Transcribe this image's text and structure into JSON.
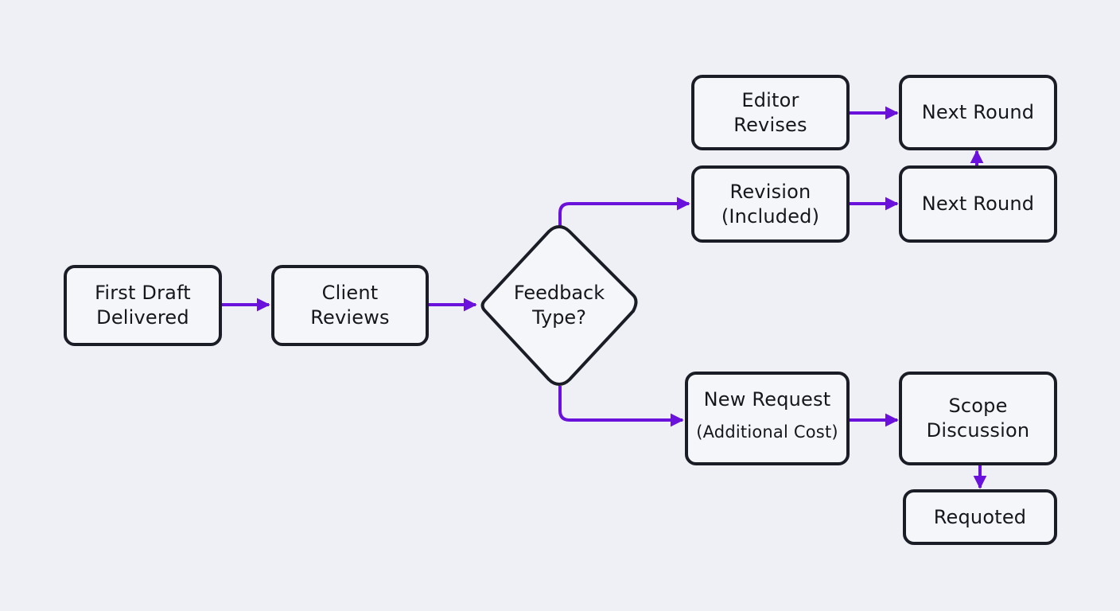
{
  "colors": {
    "background": "#eff0f5",
    "node_border": "#1b1d26",
    "node_fill": "#f5f6fa",
    "connector": "#6a12dc",
    "text": "#16171d"
  },
  "nodes": {
    "first_draft": {
      "line1": "First Draft",
      "line2": "Delivered"
    },
    "client_reviews": {
      "line1": "Client",
      "line2": "Reviews"
    },
    "feedback_type": {
      "line1": "Feedback",
      "line2": "Type?"
    },
    "editor_revises": {
      "line1": "Editor",
      "line2": "Revises"
    },
    "next_round_top": {
      "line1": "Next Round"
    },
    "revision_included": {
      "line1": "Revision",
      "line2": "(Included)"
    },
    "next_round_mid": {
      "line1": "Next Round"
    },
    "new_request": {
      "line1": "New Request",
      "line2": "(Additional Cost)"
    },
    "scope_discussion": {
      "line1": "Scope",
      "line2": "Discussion"
    },
    "requoted": {
      "line1": "Requoted"
    }
  },
  "edges": [
    {
      "from": "first_draft",
      "to": "client_reviews"
    },
    {
      "from": "client_reviews",
      "to": "feedback_type"
    },
    {
      "from": "feedback_type",
      "to": "revision_included"
    },
    {
      "from": "feedback_type",
      "to": "new_request"
    },
    {
      "from": "editor_revises",
      "to": "next_round_top"
    },
    {
      "from": "revision_included",
      "to": "next_round_mid"
    },
    {
      "from": "next_round_mid",
      "to": "next_round_top"
    },
    {
      "from": "new_request",
      "to": "scope_discussion"
    },
    {
      "from": "scope_discussion",
      "to": "requoted"
    }
  ]
}
